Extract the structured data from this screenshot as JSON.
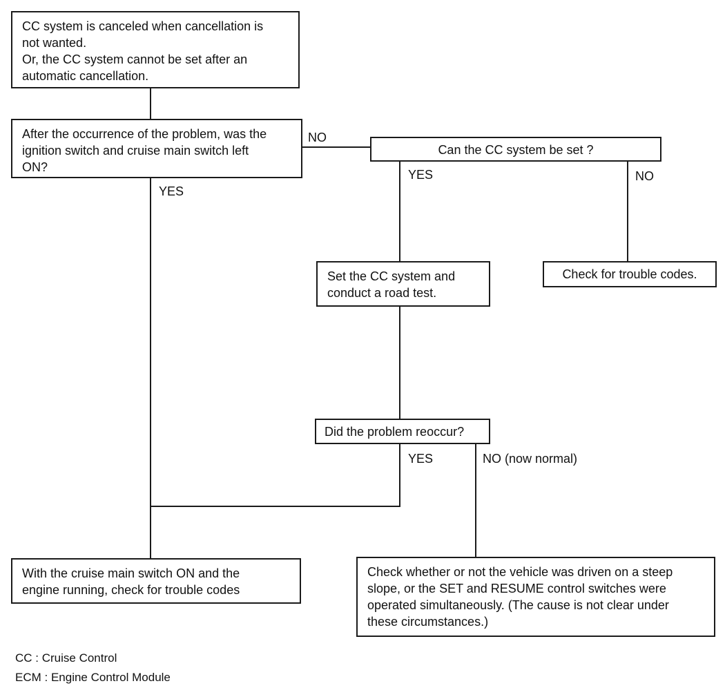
{
  "boxes": {
    "start": "CC system is canceled when cancellation is\nnot wanted.\nOr, the CC system cannot be set after an\nautomatic cancellation.",
    "q_ignition": "After the occurrence of the problem, was the\nignition switch and cruise main switch left\nON?",
    "q_can_set": "Can the CC system be set ?",
    "set_road_test": "Set the CC system and\nconduct a road test.",
    "check_codes": "Check for trouble codes.",
    "q_reoccur": "Did the problem reoccur?",
    "check_codes_running": "With the cruise main switch ON and the\nengine running, check for trouble codes",
    "check_slope": "Check whether or not the vehicle was driven on a steep\nslope, or the SET and RESUME control switches were\noperated simultaneously. (The cause is not clear under\nthese circumstances.)"
  },
  "labels": {
    "no_1": "NO",
    "yes_1": "YES",
    "yes_2": "YES",
    "no_2": "NO",
    "yes_3": "YES",
    "no_normal": "NO (now normal)"
  },
  "legend": [
    "CC : Cruise Control",
    "ECM : Engine Control Module"
  ]
}
